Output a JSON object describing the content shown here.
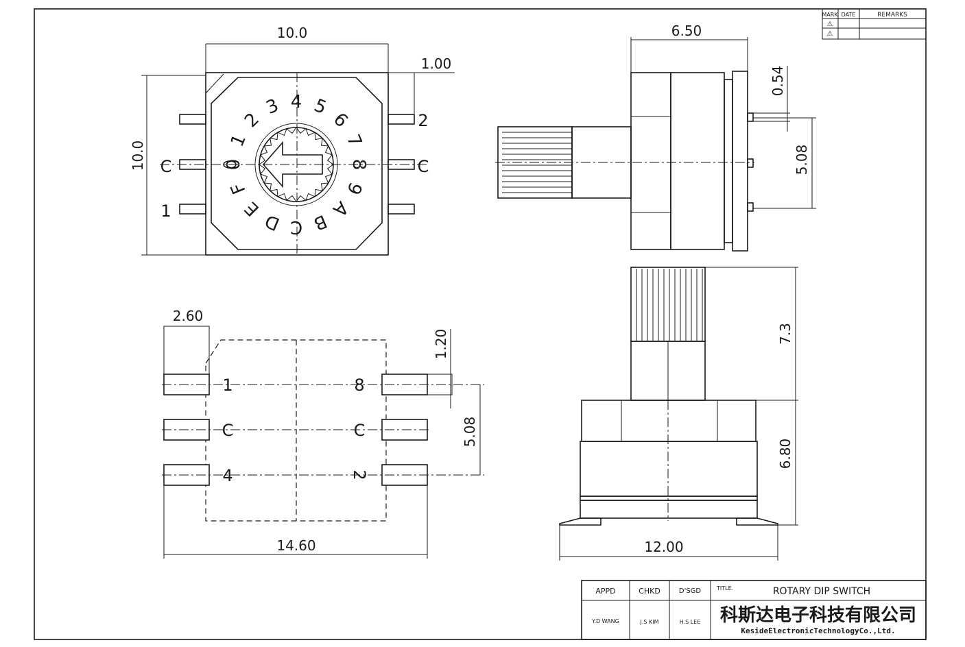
{
  "revision_table": {
    "headers": [
      "MARK",
      "DATE",
      "REMARKS"
    ],
    "rows": [
      [
        "⚠",
        "",
        ""
      ],
      [
        "⚠",
        "",
        ""
      ]
    ]
  },
  "top_view": {
    "dim_width": "10.0",
    "dim_height": "10.0",
    "dim_pin_pitch": "1.00",
    "dial_labels": [
      "0",
      "1",
      "2",
      "3",
      "4",
      "5",
      "6",
      "7",
      "8",
      "9",
      "A",
      "B",
      "C",
      "D",
      "E",
      "F"
    ],
    "pin_left": [
      "C",
      "1"
    ],
    "pin_right": [
      "2",
      "C"
    ]
  },
  "side_view": {
    "dim_body": "6.50",
    "dim_pin": "0.54",
    "dim_pitch": "5.08"
  },
  "footprint": {
    "dim_pad_width": "2.60",
    "dim_pad_height": "1.20",
    "dim_pitch": "5.08",
    "dim_total": "14.60",
    "pads_left": [
      "1",
      "C",
      "4"
    ],
    "pads_right": [
      "8",
      "C",
      "2"
    ]
  },
  "front_view": {
    "dim_knob": "7.3",
    "dim_body": "6.80",
    "dim_width": "12.00"
  },
  "title_block": {
    "appd_label": "APPD",
    "chkd_label": "CHKD",
    "dsgd_label": "D'SGD",
    "title_label": "TITLE.",
    "title": "ROTARY DIP SWITCH",
    "appd_name": "Y.D WANG",
    "chkd_name": "J.S KIM",
    "dsgd_name": "H.S LEE",
    "company_cn": "科斯达电子科技有限公司",
    "company_en": "KesideElectronicTechnologyCo.,Ltd."
  }
}
